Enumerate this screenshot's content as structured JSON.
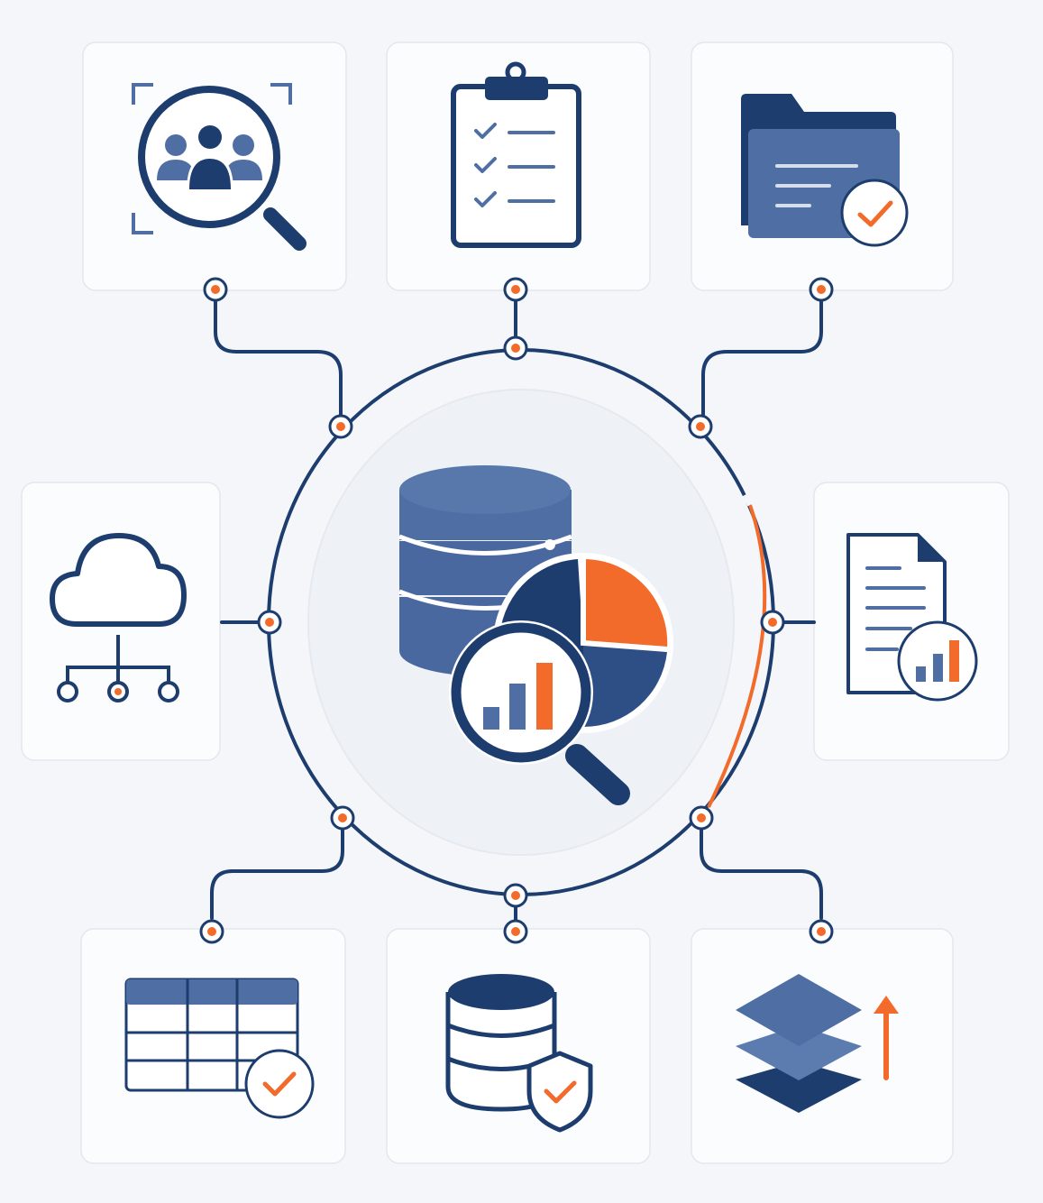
{
  "colors": {
    "navy": "#1d3d6e",
    "blue": "#4f6fa4",
    "orange": "#f26b2a",
    "card": "#fbfcfd",
    "background": "#f4f6fa"
  },
  "hub": {
    "icon": "database-analytics-icon",
    "parts": [
      "database-stack-icon",
      "pie-chart-icon",
      "magnifier-bar-chart-icon"
    ]
  },
  "nodes": [
    {
      "id": "audience-search",
      "icon": "people-magnifier-icon",
      "position": "top-left"
    },
    {
      "id": "checklist",
      "icon": "clipboard-checklist-icon",
      "position": "top-center"
    },
    {
      "id": "verified-folder",
      "icon": "folder-check-icon",
      "position": "top-right"
    },
    {
      "id": "cloud-network",
      "icon": "cloud-network-icon",
      "position": "middle-left"
    },
    {
      "id": "document-report",
      "icon": "document-chart-icon",
      "position": "middle-right"
    },
    {
      "id": "validated-table",
      "icon": "table-check-icon",
      "position": "bottom-left"
    },
    {
      "id": "secure-database",
      "icon": "database-shield-icon",
      "position": "bottom-center"
    },
    {
      "id": "layers-upgrade",
      "icon": "layers-arrow-up-icon",
      "position": "bottom-right"
    }
  ]
}
